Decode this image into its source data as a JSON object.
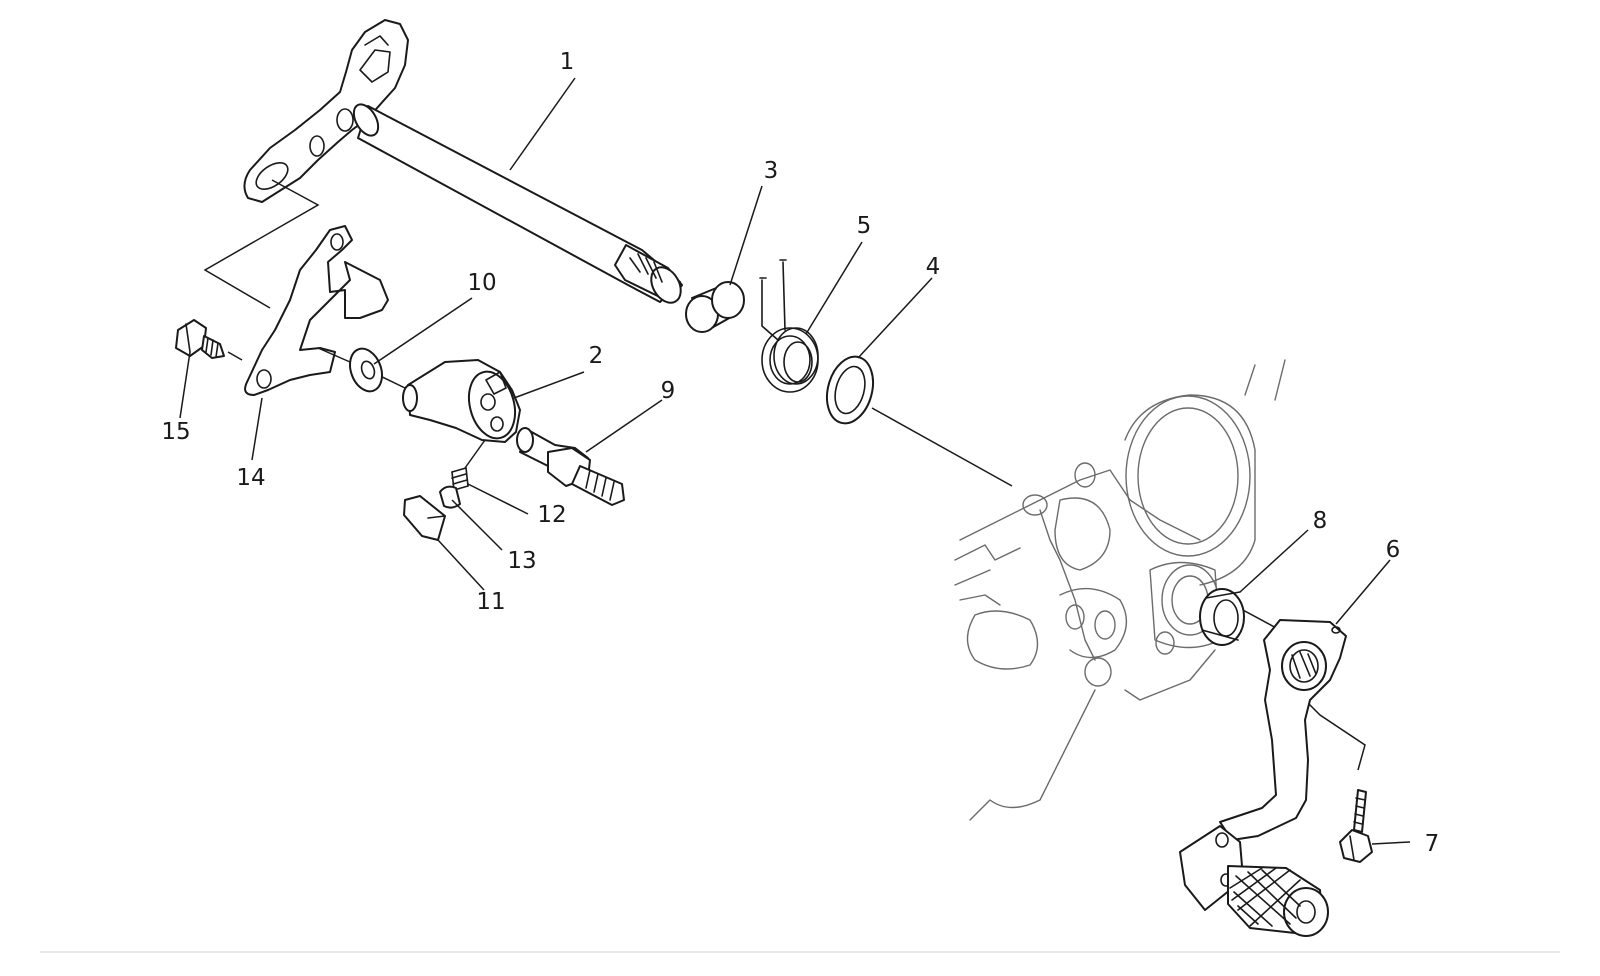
{
  "callouts": [
    {
      "id": "c1",
      "label": "1"
    },
    {
      "id": "c2",
      "label": "2"
    },
    {
      "id": "c3",
      "label": "3"
    },
    {
      "id": "c4",
      "label": "4"
    },
    {
      "id": "c5",
      "label": "5"
    },
    {
      "id": "c6",
      "label": "6"
    },
    {
      "id": "c7",
      "label": "7"
    },
    {
      "id": "c8",
      "label": "8"
    },
    {
      "id": "c9",
      "label": "9"
    },
    {
      "id": "c10",
      "label": "10"
    },
    {
      "id": "c11",
      "label": "11"
    },
    {
      "id": "c12",
      "label": "12"
    },
    {
      "id": "c13",
      "label": "13"
    },
    {
      "id": "c14",
      "label": "14"
    },
    {
      "id": "c15",
      "label": "15"
    }
  ],
  "colors": {
    "line": "#1a1a1a",
    "ghost": "#6b6b6b",
    "background": "#ffffff",
    "divider": "#d9d9d9"
  }
}
